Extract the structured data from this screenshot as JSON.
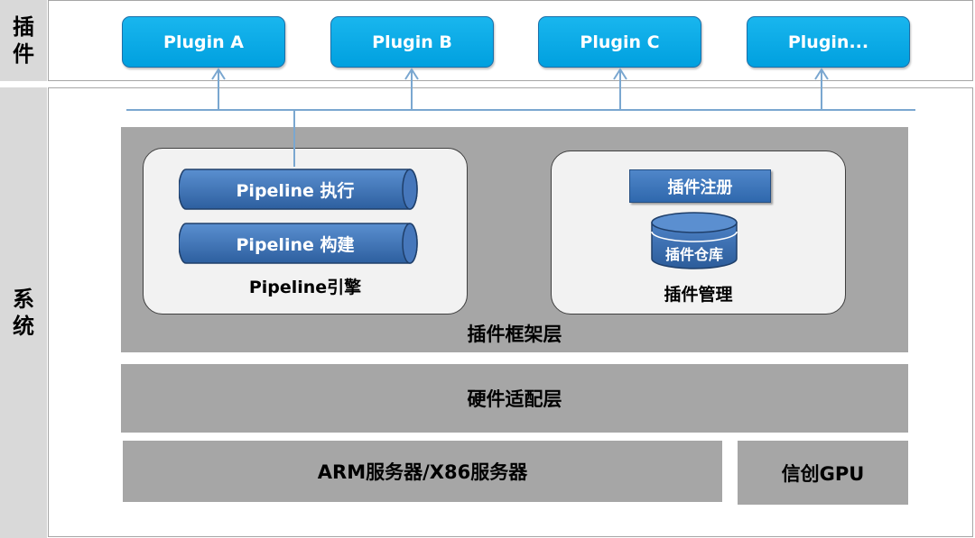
{
  "side_labels": {
    "plugin": "插\n件",
    "system": "系\n统"
  },
  "plugins": [
    "Plugin A",
    "Plugin B",
    "Plugin C",
    "Plugin..."
  ],
  "framework": {
    "title": "插件框架层",
    "pipeline_engine": {
      "exec": "Pipeline 执行",
      "build": "Pipeline 构建",
      "caption": "Pipeline引擎"
    },
    "plugin_mgmt": {
      "register": "插件注册",
      "repo": "插件仓库",
      "caption": "插件管理"
    }
  },
  "hardware_adapt": "硬件适配层",
  "servers": "ARM服务器/X86服务器",
  "gpu": "信创GPU",
  "colors": {
    "plugin_button": "#00a0df",
    "pipeline_blue": "#3a6fb5",
    "layer_gray": "#a6a6a6",
    "connector": "#7aa7d0"
  }
}
